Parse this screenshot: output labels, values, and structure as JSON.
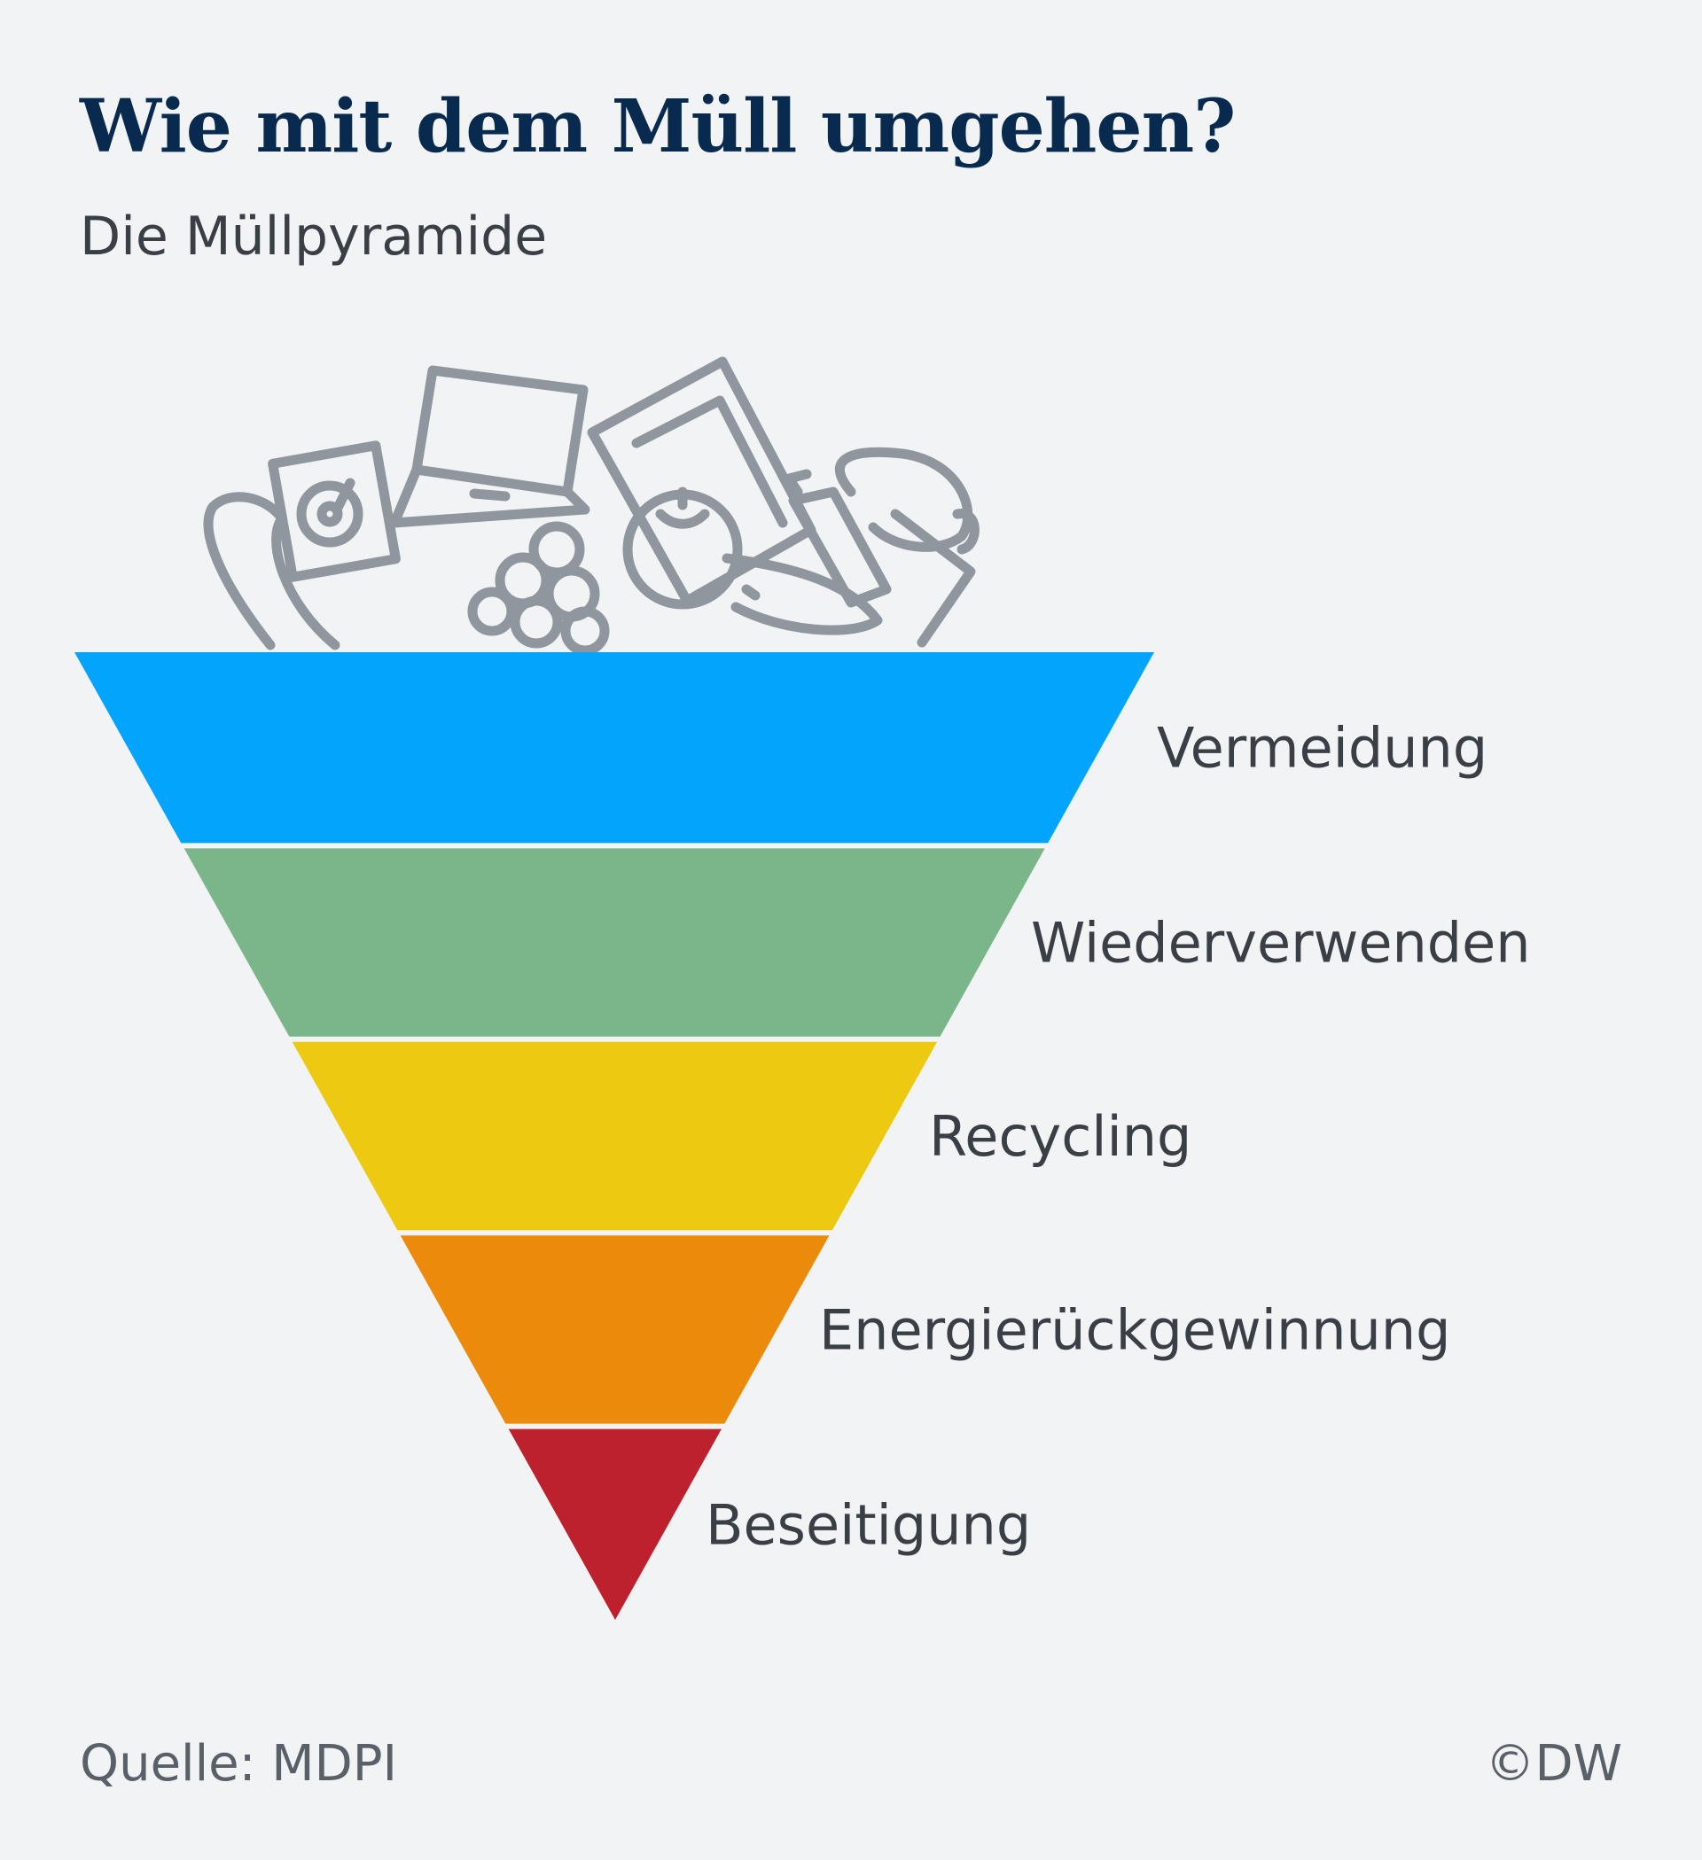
{
  "header": {
    "title": "Wie mit dem Müll umgehen?",
    "subtitle": "Die Müllpyramide"
  },
  "pyramid": {
    "levels": [
      {
        "label": "Vermeidung",
        "color": "#03a5fc"
      },
      {
        "label": "Wiederverwenden",
        "color": "#7bb68a"
      },
      {
        "label": "Recycling",
        "color": "#eec912"
      },
      {
        "label": "Energierückgewinnung",
        "color": "#ec8b0b"
      },
      {
        "label": "Beseitigung",
        "color": "#be212e"
      }
    ],
    "waste_icons": [
      "banana-icon",
      "hard-drive-icon",
      "laptop-icon",
      "picture-frame-icon",
      "grapes-icon",
      "tomato-icon",
      "melon-icon",
      "bottle-icon",
      "bread-icon"
    ],
    "icon_color": "#8f969e"
  },
  "footer": {
    "source": "Quelle: MDPI",
    "copyright": "©DW"
  }
}
